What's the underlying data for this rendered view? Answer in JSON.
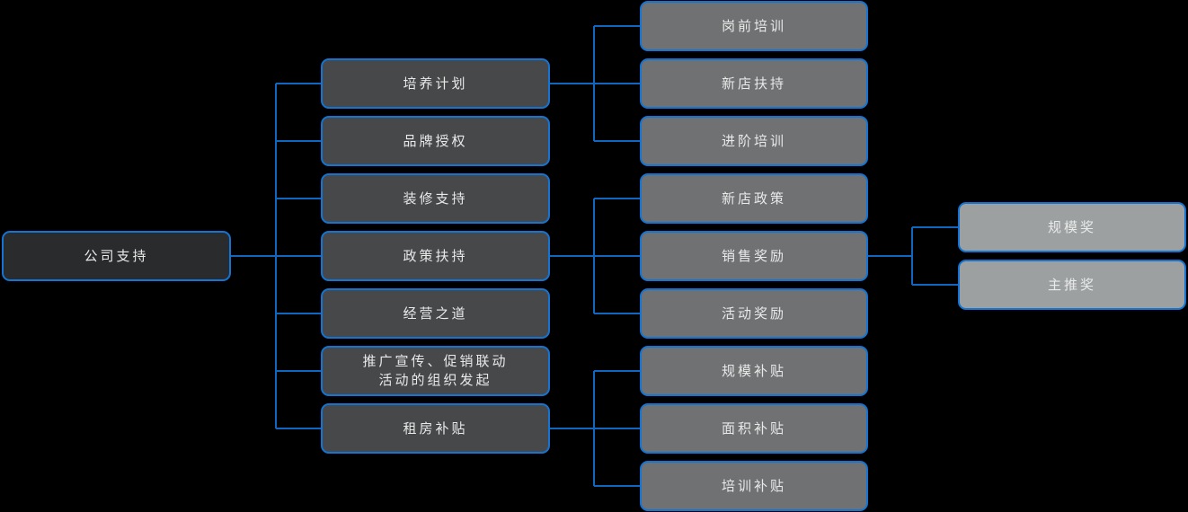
{
  "colors": {
    "background": "#000000",
    "node_border": "#1573d4",
    "connector_line": "#1166c0",
    "level1_fill": "#2a2b2c",
    "level2_fill": "#464849",
    "level3_fill": "#707172",
    "level4_fill": "#9da0a1",
    "text": "#e8e9e9"
  },
  "nodes": [
    {
      "id": "company-support",
      "label": "公司支持",
      "level": 1,
      "parent": null
    },
    {
      "id": "training-plan",
      "label": "培养计划",
      "level": 2,
      "parent": "company-support"
    },
    {
      "id": "brand-authorization",
      "label": "品牌授权",
      "level": 2,
      "parent": "company-support"
    },
    {
      "id": "decoration-support",
      "label": "装修支持",
      "level": 2,
      "parent": "company-support"
    },
    {
      "id": "policy-support",
      "label": "政策扶持",
      "level": 2,
      "parent": "company-support"
    },
    {
      "id": "business-way",
      "label": "经营之道",
      "level": 2,
      "parent": "company-support"
    },
    {
      "id": "promotion-organization",
      "label": "推广宣传、促销联动\n活动的组织发起",
      "level": 2,
      "parent": "company-support"
    },
    {
      "id": "rent-subsidy",
      "label": "租房补贴",
      "level": 2,
      "parent": "company-support"
    },
    {
      "id": "pre-job-training",
      "label": "岗前培训",
      "level": 3,
      "parent": "training-plan"
    },
    {
      "id": "new-store-support",
      "label": "新店扶持",
      "level": 3,
      "parent": "training-plan"
    },
    {
      "id": "advanced-training",
      "label": "进阶培训",
      "level": 3,
      "parent": "training-plan"
    },
    {
      "id": "new-store-policy",
      "label": "新店政策",
      "level": 3,
      "parent": "policy-support"
    },
    {
      "id": "sales-reward",
      "label": "销售奖励",
      "level": 3,
      "parent": "policy-support"
    },
    {
      "id": "activity-reward",
      "label": "活动奖励",
      "level": 3,
      "parent": "policy-support"
    },
    {
      "id": "scale-subsidy",
      "label": "规模补贴",
      "level": 3,
      "parent": "rent-subsidy"
    },
    {
      "id": "area-subsidy",
      "label": "面积补贴",
      "level": 3,
      "parent": "rent-subsidy"
    },
    {
      "id": "training-subsidy",
      "label": "培训补贴",
      "level": 3,
      "parent": "rent-subsidy"
    },
    {
      "id": "scale-award",
      "label": "规模奖",
      "level": 4,
      "parent": "sales-reward"
    },
    {
      "id": "main-push-award",
      "label": "主推奖",
      "level": 4,
      "parent": "sales-reward"
    }
  ]
}
